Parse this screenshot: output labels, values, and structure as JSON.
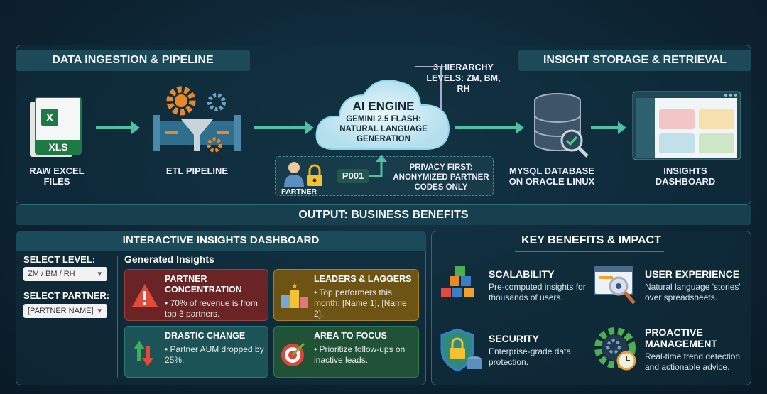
{
  "top": {
    "ingestion_header": "DATA INGESTION & PIPELINE",
    "storage_header": "INSIGHT STORAGE & RETRIEVAL",
    "excel_badge": "XLS",
    "raw_excel_label": "RAW EXCEL FILES",
    "etl_label": "ETL PIPELINE",
    "ai_engine_title": "AI ENGINE",
    "ai_engine_subtitle": "GEMINI 2.5 FLASH: NATURAL LANGUAGE GENERATION",
    "hierarchy_note": "3 HIERARCHY LEVELS: ZM, BM, RH",
    "partner_label": "PARTNER",
    "partner_code": "P001",
    "privacy_note": "PRIVACY FIRST: ANONYMIZED PARTNER CODES ONLY",
    "mysql_label": "MYSQL DATABASE ON ORACLE LINUX",
    "dashboard_label": "INSIGHTS DASHBOARD"
  },
  "output_header": "OUTPUT: BUSINESS BENEFITS",
  "dashboard": {
    "title": "INTERACTIVE INSIGHTS DASHBOARD",
    "select_level_label": "SELECT LEVEL:",
    "select_level_value": "ZM / BM / RH",
    "select_partner_label": "SELECT PARTNER:",
    "select_partner_value": "[PARTNER NAME]",
    "generated_title": "Generated Insights",
    "cards": [
      {
        "title": "PARTNER CONCENTRATION",
        "body": "• 70% of revenue is from top 3 partners."
      },
      {
        "title": "LEADERS & LAGGERS",
        "body": "• Top performers this month: [Name 1], [Name 2]."
      },
      {
        "title": "DRASTIC CHANGE",
        "body": "• Partner AUM dropped by 25%."
      },
      {
        "title": "AREA TO FOCUS",
        "body": "• Prioritize follow-ups on inactive leads."
      }
    ]
  },
  "benefits": {
    "title": "KEY BENEFITS & IMPACT",
    "items": [
      {
        "title": "SCALABILITY",
        "body": "Pre-computed insights for thousands of users."
      },
      {
        "title": "USER EXPERIENCE",
        "body": "Natural language 'stories' over spreadsheets."
      },
      {
        "title": "SECURITY",
        "body": "Enterprise-grade data protection."
      },
      {
        "title": "PROACTIVE MANAGEMENT",
        "body": "Real-time trend detection and actionable advice."
      }
    ]
  }
}
